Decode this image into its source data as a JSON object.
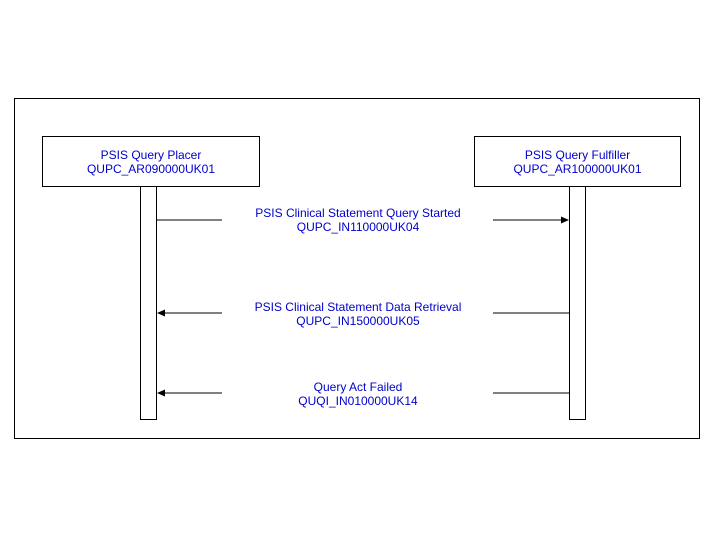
{
  "actors": {
    "placer": {
      "name": "PSIS Query Placer",
      "id": "QUPC_AR090000UK01"
    },
    "fulfiller": {
      "name": "PSIS Query Fulfiller",
      "id": "QUPC_AR100000UK01"
    }
  },
  "messages": [
    {
      "name": "PSIS Clinical Statement Query Started",
      "id": "QUPC_IN110000UK04",
      "direction": "placer-to-fulfiller"
    },
    {
      "name": "PSIS Clinical Statement Data Retrieval",
      "id": "QUPC_IN150000UK05",
      "direction": "fulfiller-to-placer"
    },
    {
      "name": "Query Act Failed",
      "id": "QUQI_IN010000UK14",
      "direction": "fulfiller-to-placer"
    }
  ],
  "colors": {
    "text": "#0000cc",
    "lines": "#000000"
  }
}
